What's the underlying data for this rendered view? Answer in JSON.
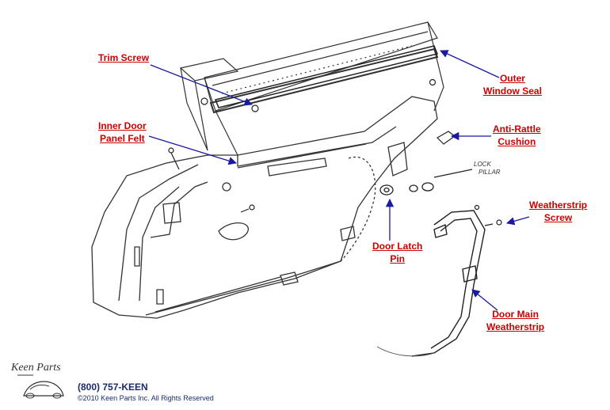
{
  "labels": {
    "trim_screw": [
      "Trim Screw"
    ],
    "outer_window_seal": [
      "Outer",
      "Window Seal"
    ],
    "inner_door_panel_felt": [
      "Inner Door",
      "Panel Felt"
    ],
    "anti_rattle_cushion": [
      "Anti-Rattle",
      "Cushion"
    ],
    "weatherstrip_screw": [
      "Weatherstrip",
      "Screw"
    ],
    "door_latch_pin": [
      "Door Latch",
      "Pin"
    ],
    "door_main_weatherstrip": [
      "Door Main",
      "Weatherstrip"
    ]
  },
  "drawing_notes": {
    "lock_pillar": [
      "LOCK",
      "PILLAR"
    ]
  },
  "footer": {
    "phone": "(800) 757-KEEN",
    "copyright": "©2010 Keen Parts Inc. All Rights Reserved",
    "logo_text": "Keen Parts"
  },
  "colors": {
    "label": "#cc0000",
    "arrow": "#1a1aa0",
    "line": "#333333",
    "footer": "#1a2a6c"
  }
}
